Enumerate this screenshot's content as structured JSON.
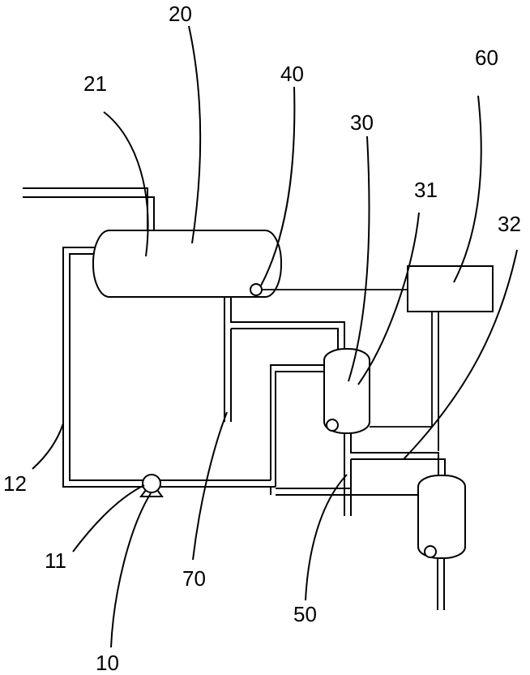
{
  "labels": {
    "l10": "10",
    "l11": "11",
    "l12": "12",
    "l20": "20",
    "l21": "21",
    "l30": "30",
    "l31": "31",
    "l32": "32",
    "l40": "40",
    "l50": "50",
    "l60": "60",
    "l70": "70"
  },
  "colors": {
    "line": "#000000",
    "background": "#ffffff"
  }
}
